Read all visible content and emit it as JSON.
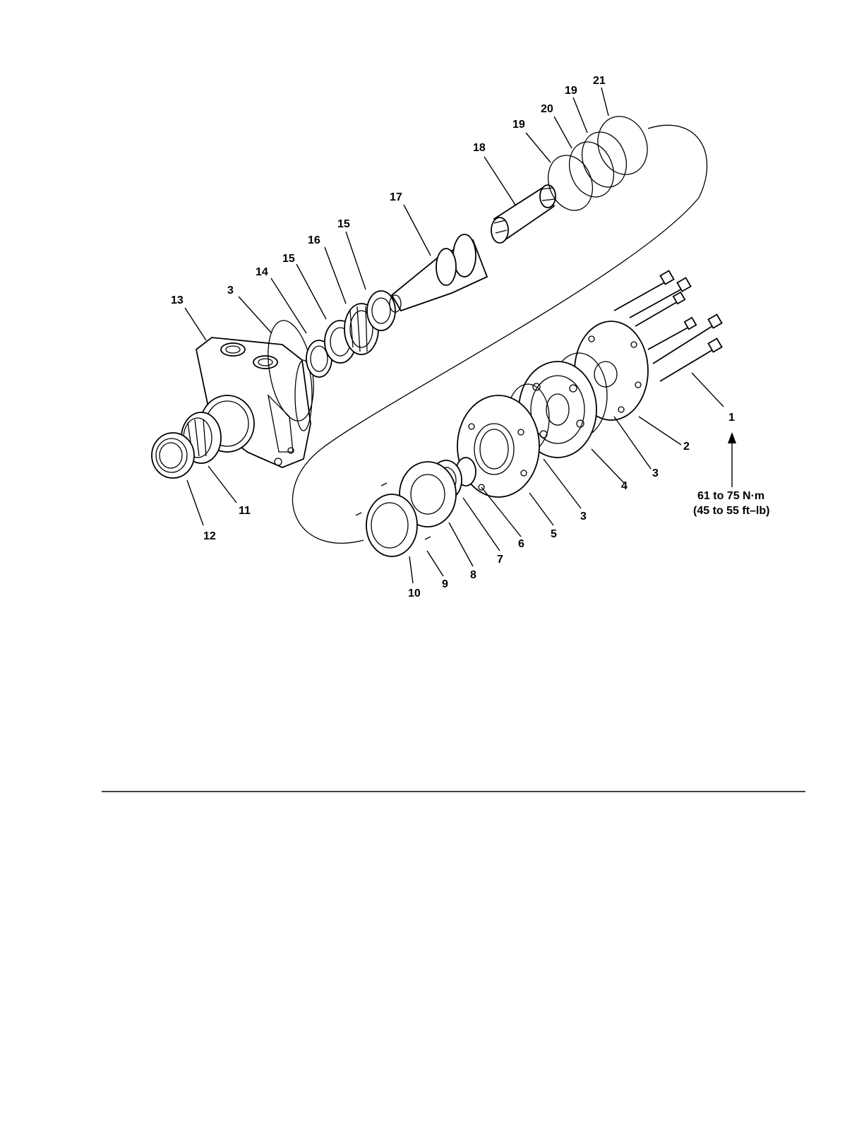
{
  "figure": {
    "callouts": {
      "c1": "1",
      "c2": "2",
      "c3a": "3",
      "c3b": "3",
      "c3c": "3",
      "c4": "4",
      "c5": "5",
      "c6": "6",
      "c7": "7",
      "c8": "8",
      "c9": "9",
      "c10": "10",
      "c11": "11",
      "c12": "12",
      "c13": "13",
      "c14": "14",
      "c15a": "15",
      "c15b": "15",
      "c16": "16",
      "c17": "17",
      "c18": "18",
      "c19a": "19",
      "c19b": "19",
      "c20": "20",
      "c21": "21"
    },
    "torque_spec": {
      "metric": "61 to 75  N·m",
      "imperial": "(45 to 55  ft–lb)"
    }
  }
}
